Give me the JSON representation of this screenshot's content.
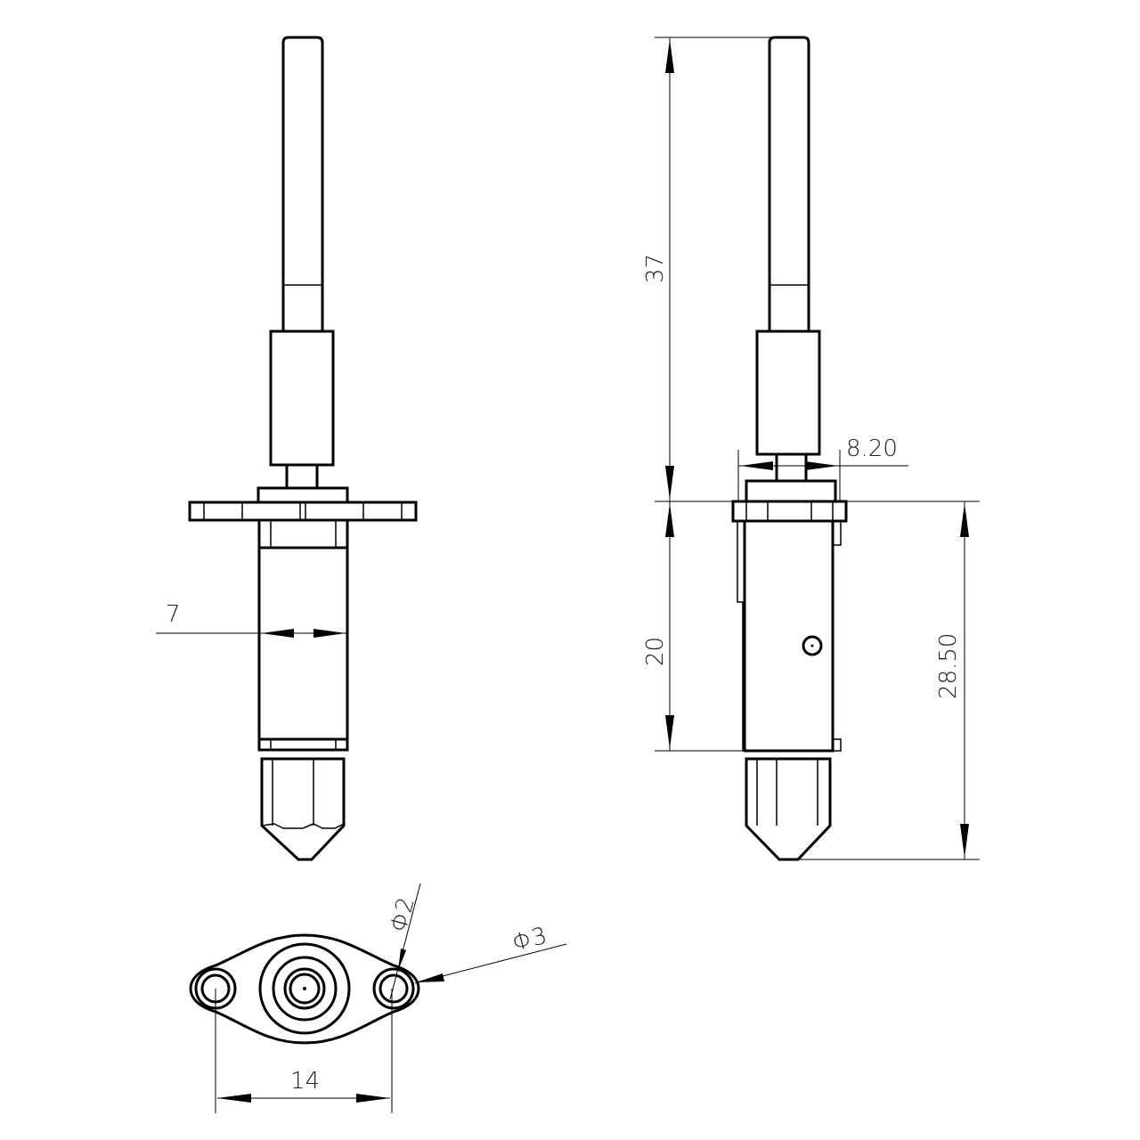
{
  "drawing": {
    "title": "Hotend assembly technical drawing",
    "dimensions": {
      "heater_width": "7",
      "total_upper_height": "37",
      "block_height": "20",
      "block_to_nozzle_height": "28.50",
      "collar_width": "8.20",
      "hole_spacing": "14",
      "hole_inner_diameter": "Φ2",
      "hole_outer_diameter": "Φ3"
    },
    "colors": {
      "line": "#000000",
      "background": "#ffffff"
    }
  }
}
